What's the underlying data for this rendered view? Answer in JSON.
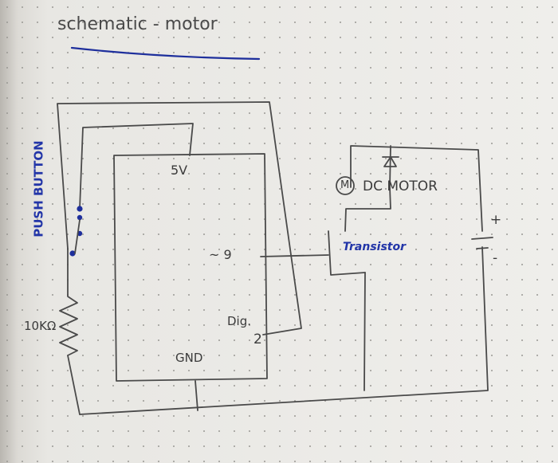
{
  "title": "schematic - motor",
  "labels": {
    "push_button": "PUSH BUTTON",
    "resistor": "10KΩ",
    "five_v": "5V",
    "pin9": "~ 9",
    "dig": "Dig.",
    "dig_num": "2",
    "gnd": "GND",
    "motor_symbol": "M",
    "dc_motor": "DC MOTOR",
    "transistor": "Transistor",
    "plus": "+",
    "minus": "-"
  },
  "colors": {
    "pencil": "#4a4a4a",
    "ink": "#1e2f9c",
    "paper": "#efeeeb"
  }
}
